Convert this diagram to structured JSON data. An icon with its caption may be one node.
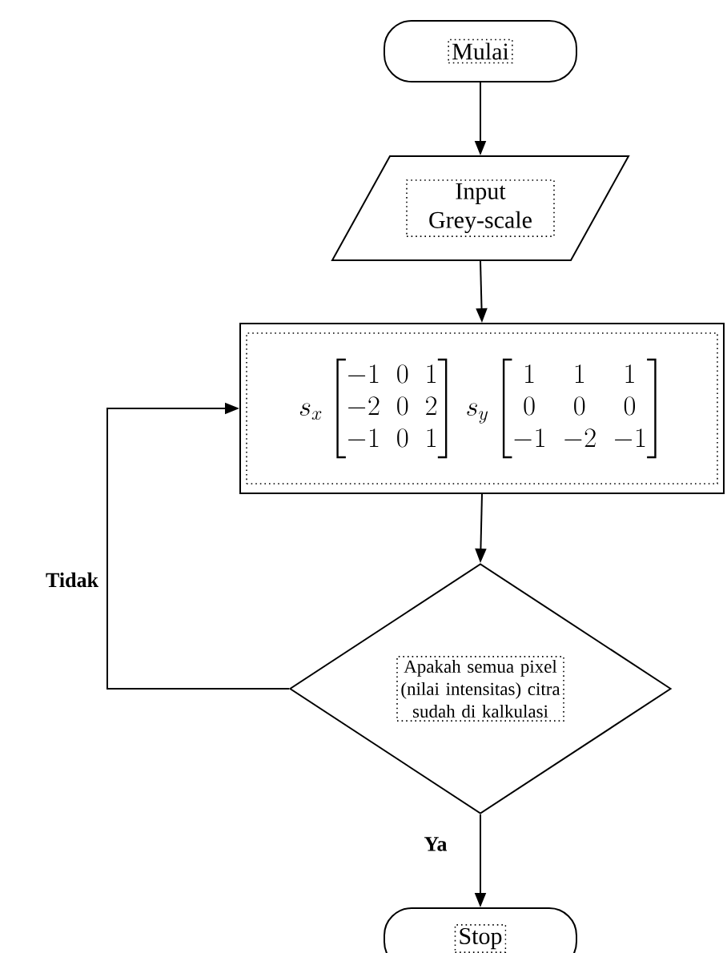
{
  "diagram": {
    "nodes": [
      {
        "text": [
          "Mulai"
        ]
      },
      {
        "text": [
          "Input Grey-scale"
        ]
      },
      {
        "text": [
          "s_x \\begin{bmatrix} -1 & 0 & 1 \\\\ -2 & 0 & 2 \\\\ -1 & 0 & 1 \\end{bmatrix}",
          "s_y \\begin{bmatrix} 1 & 1 & 1 \\\\ 0 & 0 & 0 \\\\ -1 & -2 & -1 \\end{bmatrix}"
        ]
      },
      {
        "text": [
          "Apakah semua pixel (nilai intensitas) citra sudah di kalkulasi"
        ]
      },
      {
        "text": [
          "Stop"
        ]
      }
    ],
    "edges": [
      {
        "from": 0,
        "to": 1,
        "arrow": "to"
      },
      {
        "from": 1,
        "to": 2,
        "arrow": "to"
      },
      {
        "from": 2,
        "to": 3,
        "arrow": "to"
      },
      {
        "from": 3,
        "to": 4,
        "arrow": "to",
        "label": "Ya"
      },
      {
        "from": 3,
        "to": 2,
        "arrow": "to",
        "label": "Tidak"
      }
    ]
  }
}
